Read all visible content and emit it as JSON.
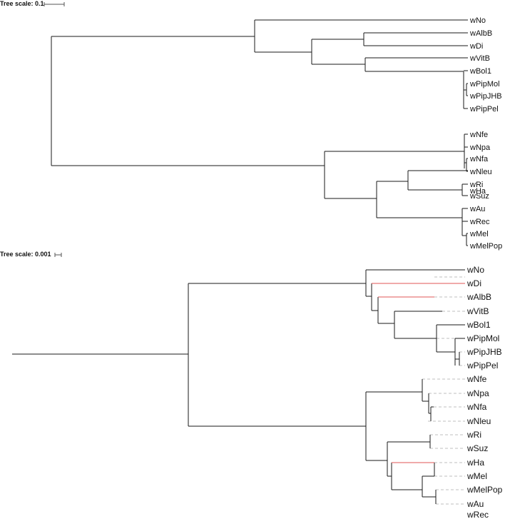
{
  "colors": {
    "branch": "#1a1a1a",
    "highlight": "#e05555",
    "guide": "#aaaaaa"
  },
  "trees": [
    {
      "scale_label": "Tree scale: 0.1",
      "leaves": [
        "wNo",
        "wAlbB",
        "wDi",
        "wVitB",
        "wBol1",
        "wPipMol",
        "wPipJHB",
        "wPipPel",
        "wNfe",
        "wNpa",
        "wNfa",
        "wNleu",
        "wHa",
        "wRi",
        "wSuz",
        "wAu",
        "wRec",
        "wMel",
        "wMelPop"
      ]
    },
    {
      "scale_label": "Tree scale: 0.001",
      "leaves": [
        "wNo",
        "wDi",
        "wAlbB",
        "wVitB",
        "wBol1",
        "wPipMol",
        "wPipJHB",
        "wPipPel",
        "wNfe",
        "wNpa",
        "wNfa",
        "wNleu",
        "wRi",
        "wSuz",
        "wHa",
        "wMel",
        "wMelPop",
        "wAu",
        "wRec"
      ],
      "highlighted_branches": [
        "wDi",
        "wAlbB",
        "wHa"
      ]
    }
  ]
}
